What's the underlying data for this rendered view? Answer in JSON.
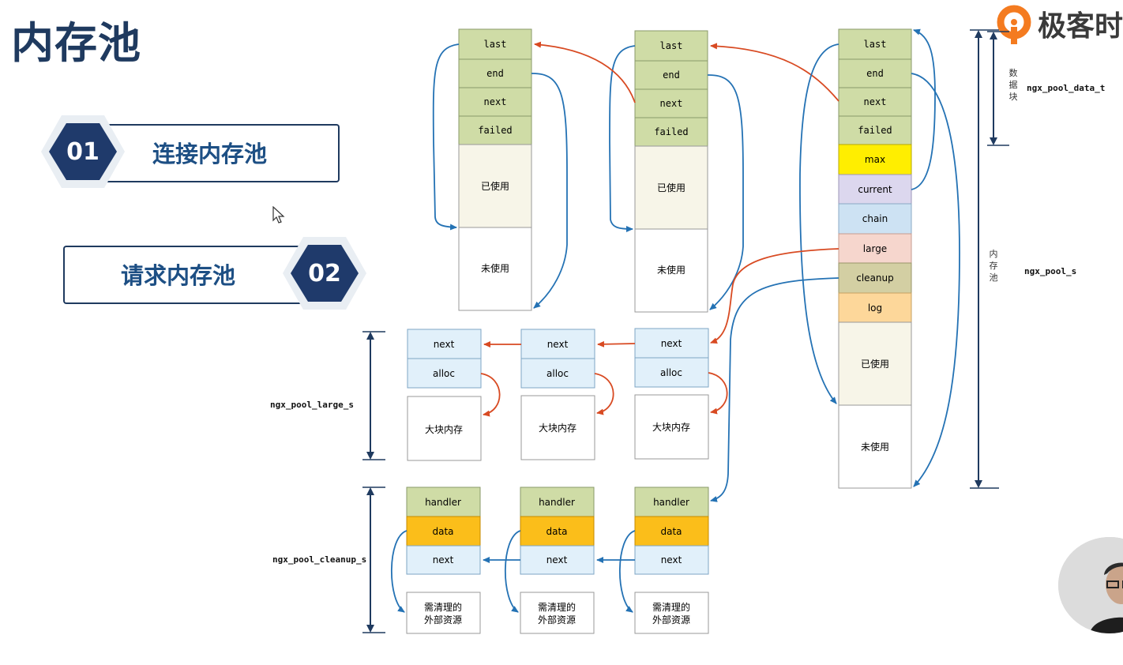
{
  "page_title": "内存池",
  "logo": {
    "text": "极客时"
  },
  "menu": [
    {
      "number": "01",
      "label": "连接内存池"
    },
    {
      "number": "02",
      "label": "请求内存池"
    }
  ],
  "colors": {
    "navy": "#1f3a5f",
    "hex_fill": "#1f3a6b",
    "green_field": "#cfdca6",
    "used_area": "#f7f5e8",
    "max": "#ffee00",
    "current": "#dcd7ee",
    "chain": "#cde2f3",
    "large": "#f6d6cd",
    "cleanup": "#d3cfa3",
    "log": "#fdd79a",
    "light_blue": "#e1f0fa",
    "data_orange": "#fbbe1a",
    "arrow_red": "#d84a22",
    "arrow_blue": "#2472b4"
  },
  "pool_block": {
    "fields": [
      "last",
      "end",
      "next",
      "failed"
    ],
    "used_label": "已使用",
    "unused_label": "未使用"
  },
  "pool_main": {
    "fields": [
      "last",
      "end",
      "next",
      "failed",
      "max",
      "current",
      "chain",
      "large",
      "cleanup",
      "log"
    ],
    "used_label": "已使用",
    "unused_label": "未使用"
  },
  "large_block": {
    "fields": [
      "next",
      "alloc"
    ],
    "mem_label": "大块内存"
  },
  "cleanup_block": {
    "fields": [
      "handler",
      "data",
      "next"
    ],
    "res_label": [
      "需清理的",
      "外部资源"
    ]
  },
  "labels": {
    "data_block": [
      "数",
      "据",
      "块"
    ],
    "data_block_type": "ngx_pool_data_t",
    "pool": [
      "内",
      "存",
      "池"
    ],
    "pool_type": "ngx_pool_s",
    "large_type": "ngx_pool_large_s",
    "cleanup_type": "ngx_pool_cleanup_s"
  }
}
